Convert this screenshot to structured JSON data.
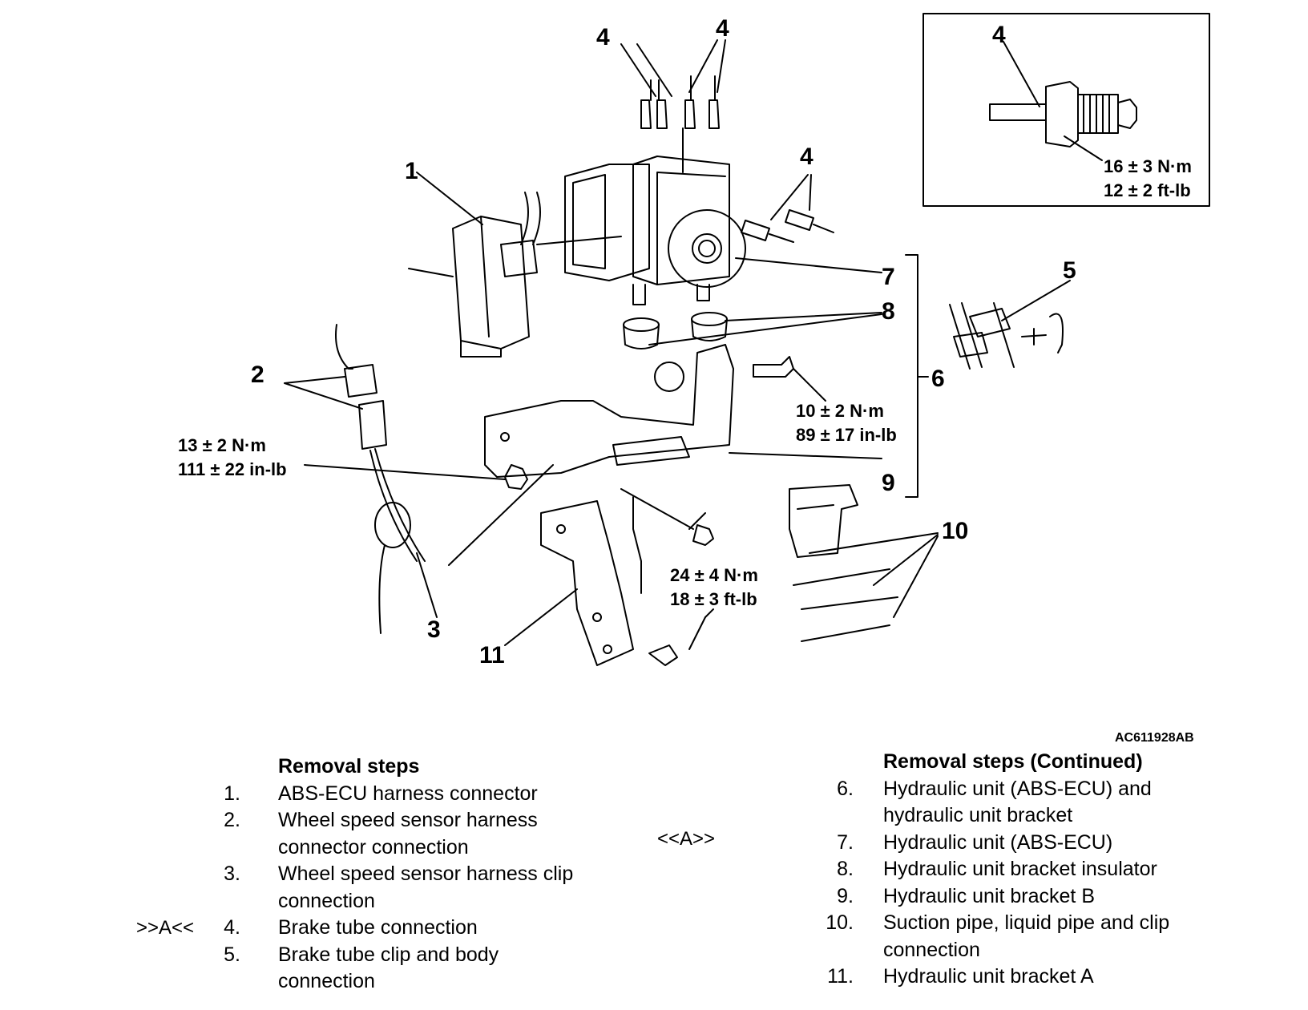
{
  "figure": {
    "code": "AC611928AB",
    "callouts": {
      "c1": "1",
      "c2": "2",
      "c3": "3",
      "c4a": "4",
      "c4b": "4",
      "c4c": "4",
      "c4inset": "4",
      "c5": "5",
      "c6": "6",
      "c7": "7",
      "c8": "8",
      "c9": "9",
      "c10": "10",
      "c11": "11"
    },
    "torques": {
      "inset": [
        "16 ± 3 N·m",
        "12 ± 2 ft-lb"
      ],
      "bolt_6": [
        "10 ± 2 N·m",
        "89 ± 17 in-lb"
      ],
      "nut_9": [
        "13 ± 2 N·m",
        "111 ± 22 in-lb"
      ],
      "bolt_11": [
        "24 ± 4 N·m",
        "18 ± 3 ft-lb"
      ]
    }
  },
  "left_list": {
    "heading": "Removal steps",
    "steps": [
      {
        "num": "1.",
        "lines": [
          "ABS-ECU harness connector"
        ],
        "marker": ""
      },
      {
        "num": "2.",
        "lines": [
          "Wheel speed sensor harness",
          "connector connection"
        ],
        "marker": ""
      },
      {
        "num": "3.",
        "lines": [
          "Wheel speed sensor harness clip",
          "connection"
        ],
        "marker": ""
      },
      {
        "num": "4.",
        "lines": [
          "Brake tube connection"
        ],
        "marker": ">>A<<"
      },
      {
        "num": "5.",
        "lines": [
          "Brake tube clip and body",
          "connection"
        ],
        "marker": ""
      }
    ]
  },
  "middle_marker": "<<A>>",
  "right_list": {
    "heading": "Removal steps (Continued)",
    "steps": [
      {
        "num": "6.",
        "lines": [
          "Hydraulic unit (ABS-ECU) and",
          "hydraulic unit bracket"
        ]
      },
      {
        "num": "7.",
        "lines": [
          "Hydraulic unit (ABS-ECU)"
        ]
      },
      {
        "num": "8.",
        "lines": [
          "Hydraulic unit bracket insulator"
        ]
      },
      {
        "num": "9.",
        "lines": [
          "Hydraulic unit bracket B"
        ]
      },
      {
        "num": "10.",
        "lines": [
          "Suction pipe, liquid pipe and clip",
          "connection"
        ]
      },
      {
        "num": "11.",
        "lines": [
          "Hydraulic unit bracket A"
        ]
      }
    ]
  }
}
